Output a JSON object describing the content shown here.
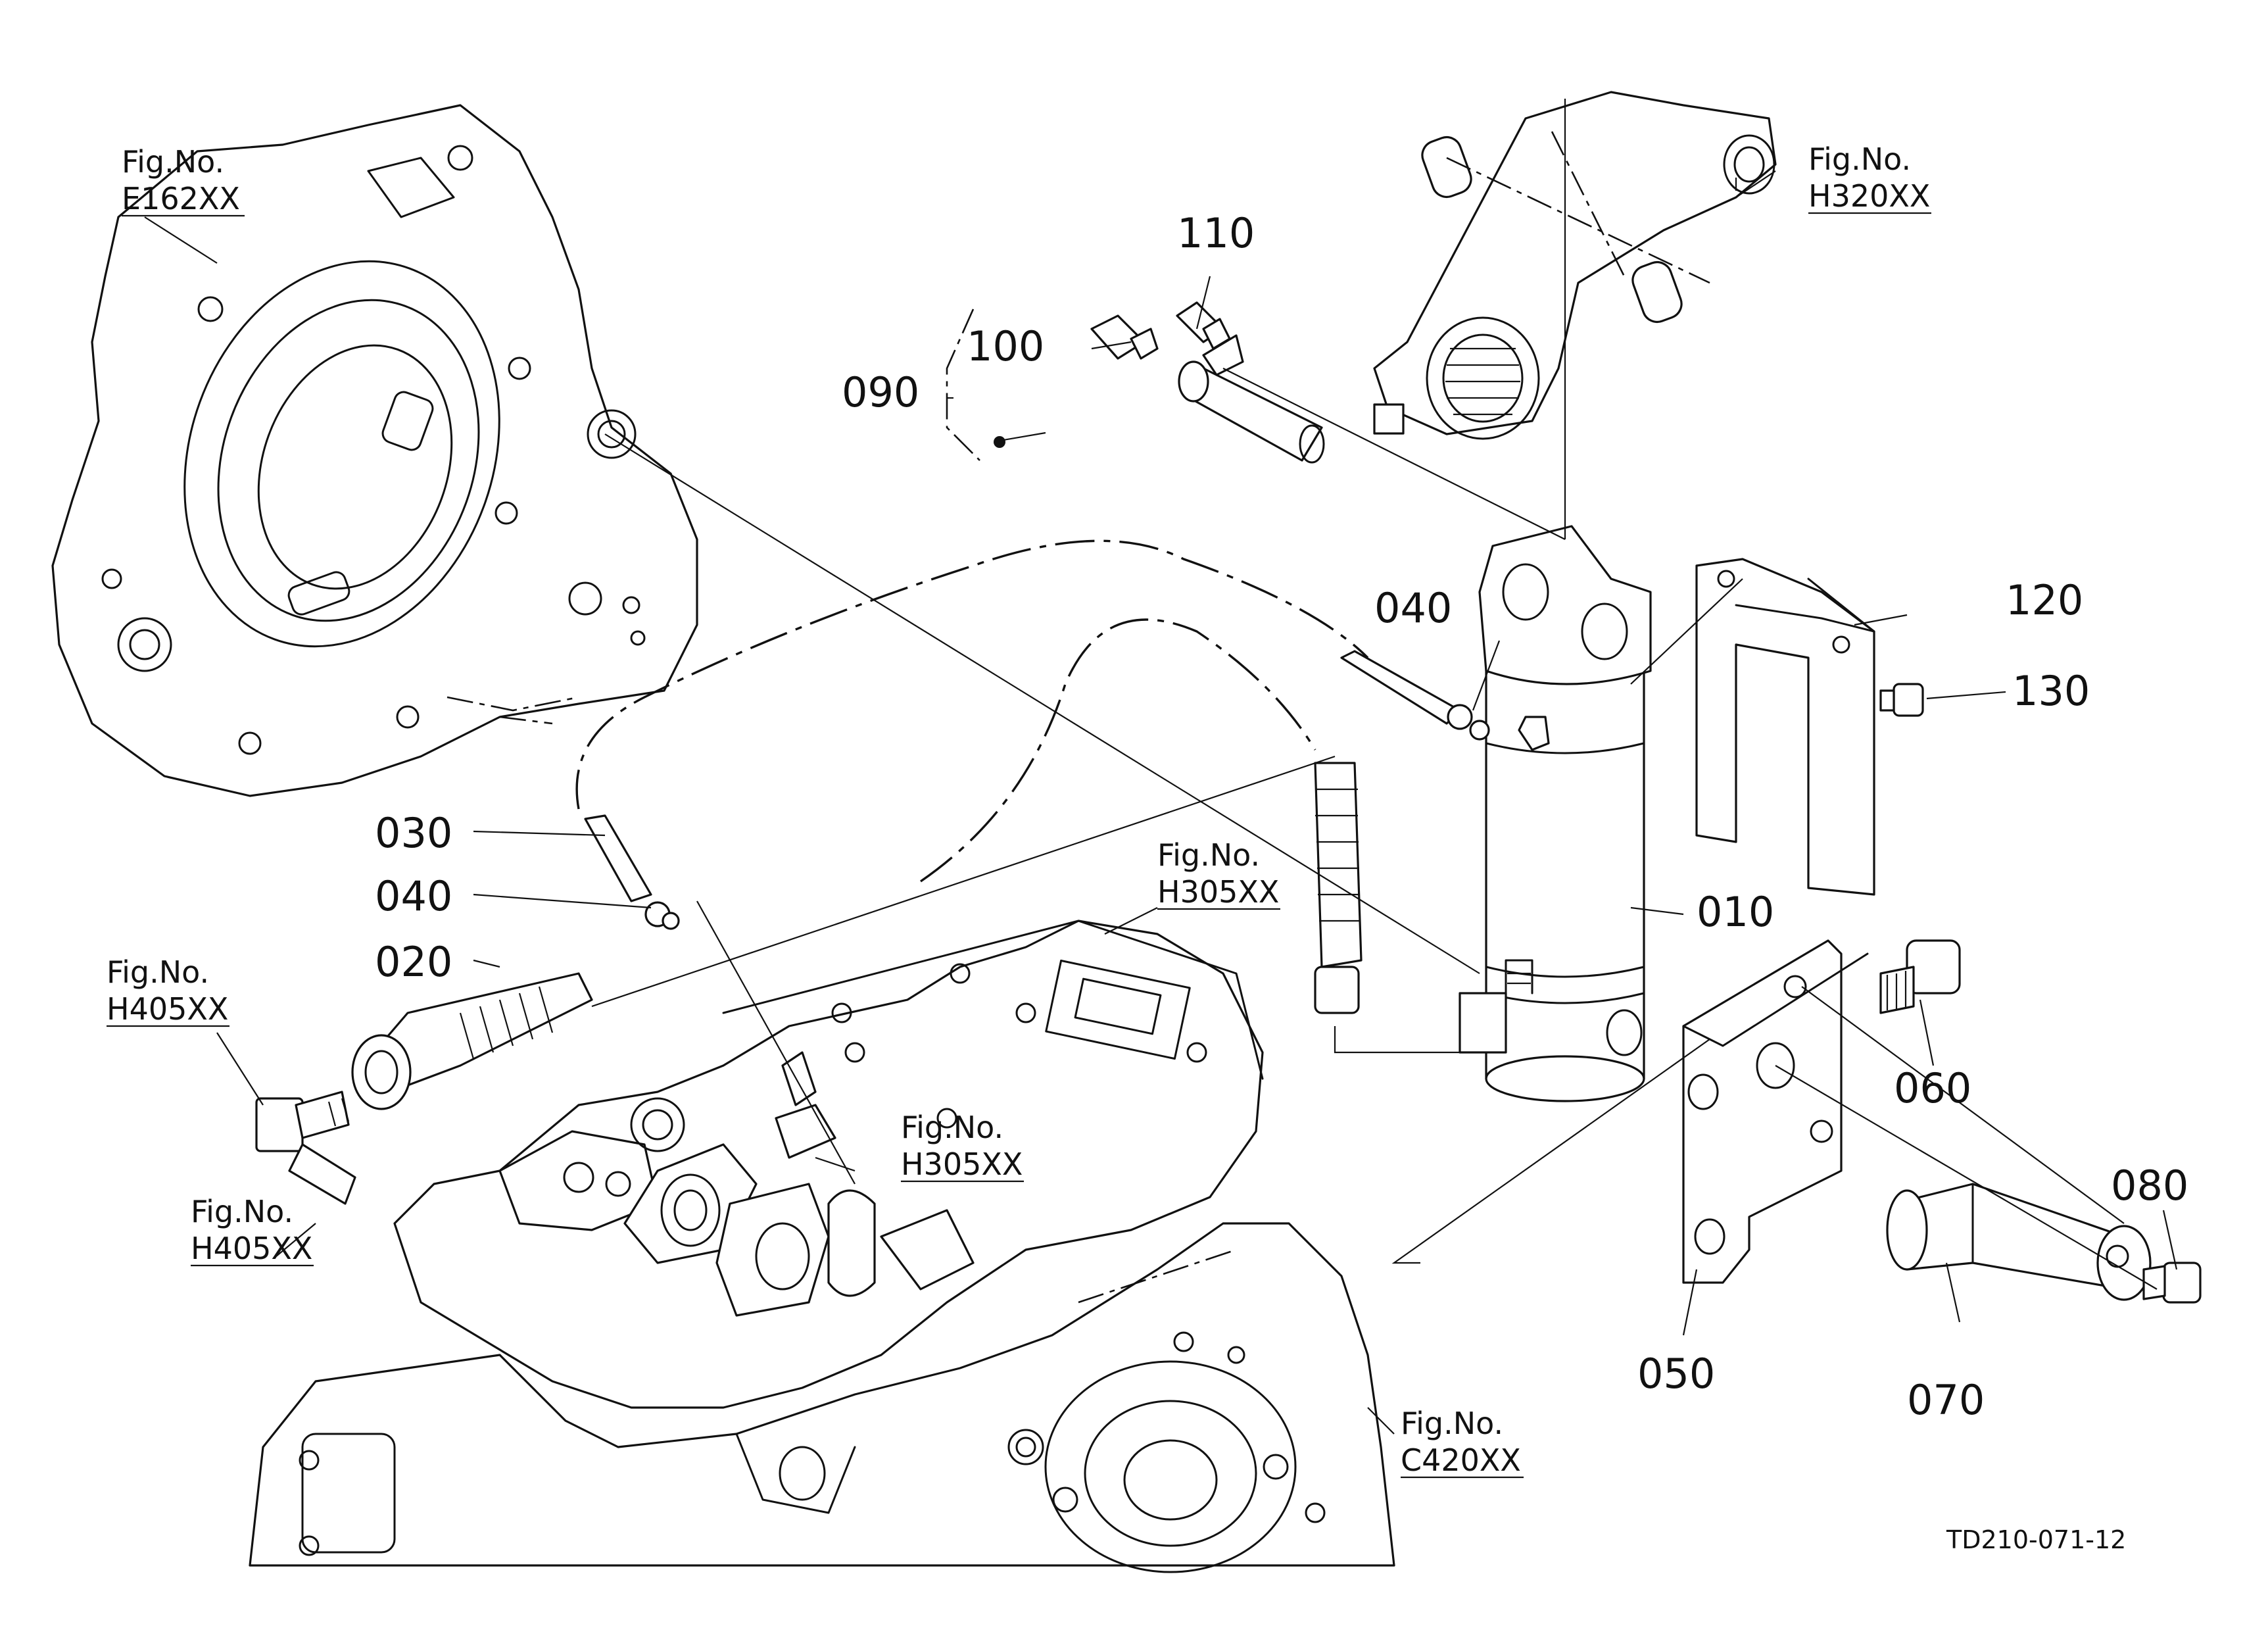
{
  "part_labels": {
    "p010": "010",
    "p020": "020",
    "p030": "030",
    "p040a": "040",
    "p040b": "040",
    "p050": "050",
    "p060": "060",
    "p070": "070",
    "p080": "080",
    "p090": "090",
    "p100": "100",
    "p110": "110",
    "p120": "120",
    "p130": "130"
  },
  "figure_refs": {
    "e162": {
      "line1": "Fig.No.",
      "line2": "E162XX"
    },
    "h320": {
      "line1": "Fig.No.",
      "line2": "H320XX"
    },
    "h305a": {
      "line1": "Fig.No.",
      "line2": "H305XX"
    },
    "h305b": {
      "line1": "Fig.No.",
      "line2": "H305XX"
    },
    "h405a": {
      "line1": "Fig.No.",
      "line2": "H405XX"
    },
    "h405b": {
      "line1": "Fig.No.",
      "line2": "H405XX"
    },
    "c420": {
      "line1": "Fig.No.",
      "line2": "C420XX"
    }
  },
  "drawing_number": "TD210-071-12"
}
